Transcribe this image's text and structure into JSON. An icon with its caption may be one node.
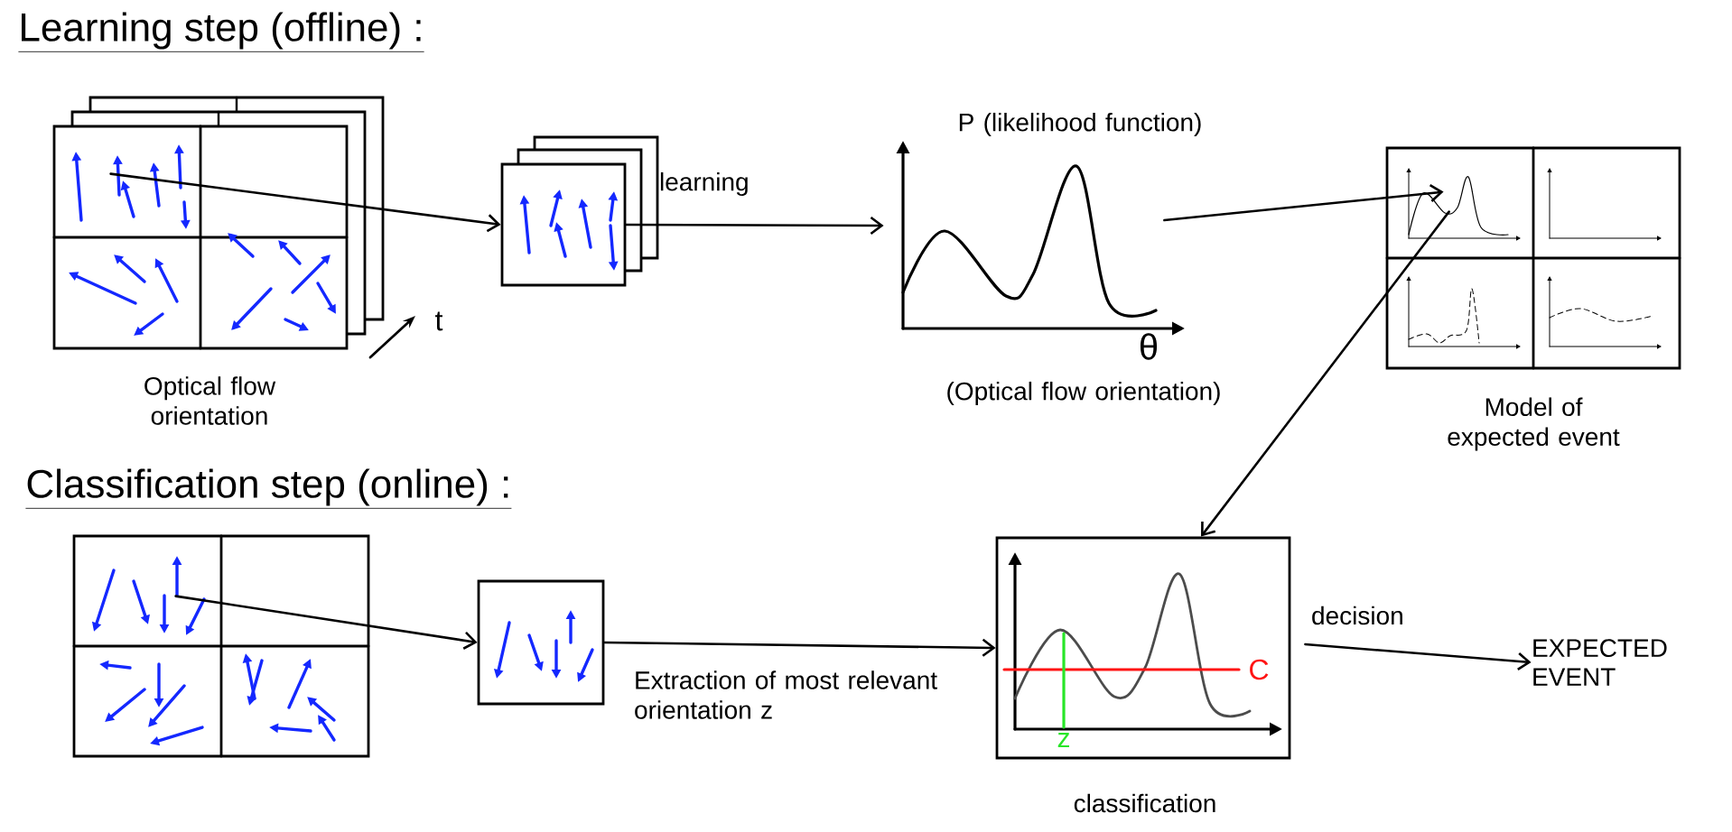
{
  "diagram": {
    "nodes": [
      {
        "text": [],
        "shape": "box",
        "beside": [
          "Optical flow orientation"
        ]
      },
      {
        "text": [],
        "shape": "box"
      },
      {
        "text": [],
        "shape": "picture",
        "beside": [
          "P (likelihood function)",
          "θ",
          "(Optical flow orientation)"
        ]
      },
      {
        "text": [],
        "shape": "box",
        "beside": [
          "Model of expected event"
        ]
      },
      {
        "text": [],
        "shape": "box"
      },
      {
        "text": [],
        "shape": "box"
      },
      {
        "text": [],
        "shape": "box",
        "beside": [
          "classification"
        ]
      },
      {
        "text": [
          "EXPECTED EVENT"
        ]
      }
    ],
    "edges": [
      {
        "from": 0,
        "to": 1,
        "arrow": "to"
      },
      {
        "from": 1,
        "to": 2,
        "arrow": "to",
        "label": "learning"
      },
      {
        "from": 2,
        "to": 3,
        "arrow": "to"
      },
      {
        "from": 3,
        "to": 6,
        "arrow": "to"
      },
      {
        "from": 4,
        "to": 5,
        "arrow": "to"
      },
      {
        "from": 5,
        "to": 6,
        "arrow": "to",
        "label": "Extraction of most relevant orientation z"
      },
      {
        "from": 6,
        "to": 7,
        "arrow": "to",
        "label": "decision"
      }
    ],
    "labels": [
      "Learning step (offline) :",
      "t",
      "Classification step (online) :",
      "C",
      "z"
    ]
  }
}
